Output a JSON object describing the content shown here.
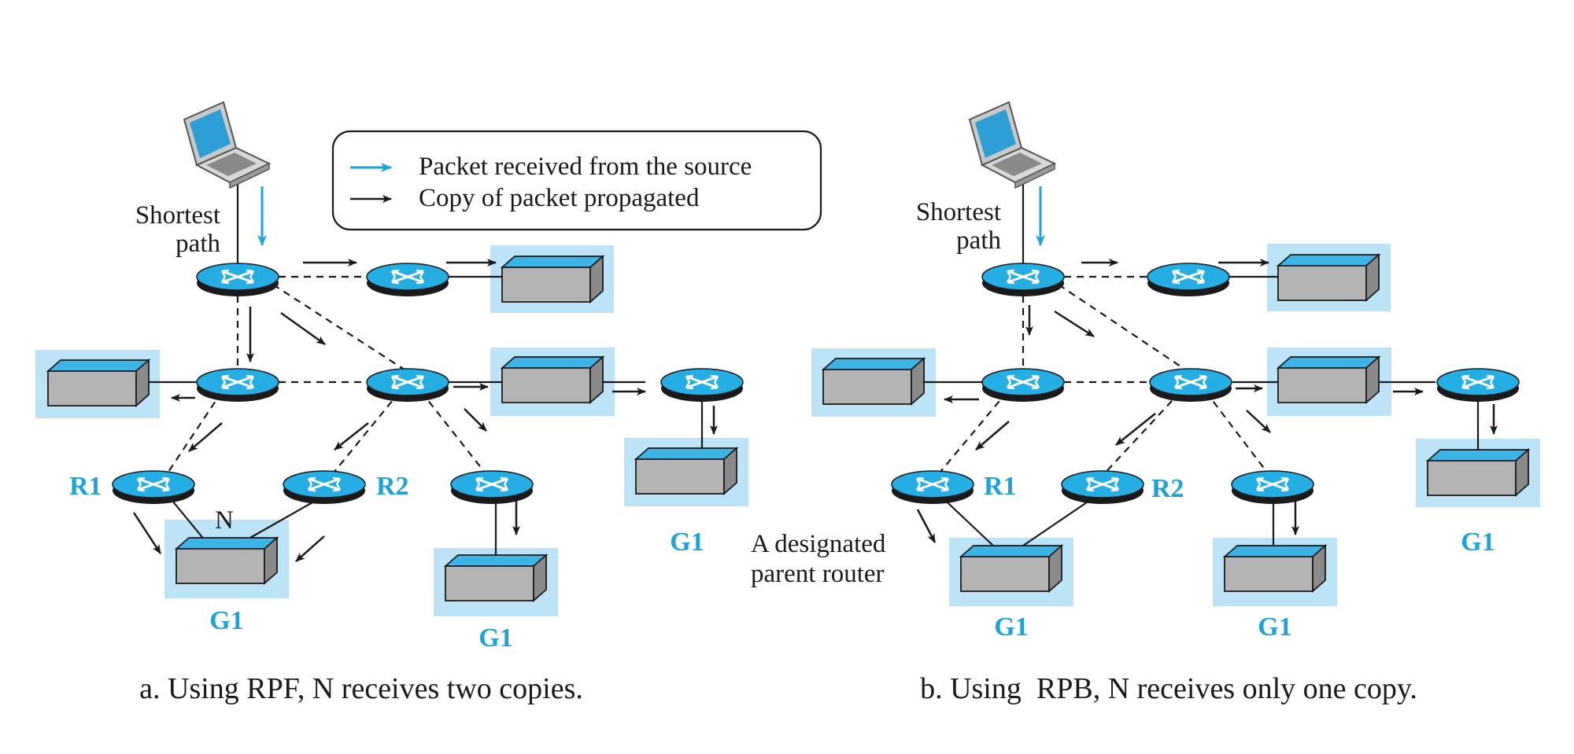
{
  "legend": {
    "blue_arrow_label": "Packet received from the source",
    "black_arrow_label": "Copy of packet propagated"
  },
  "panel_a": {
    "source_label_line1": "Shortest",
    "source_label_line2": "path",
    "router_r1": "R1",
    "router_r2": "R2",
    "network_n": "N",
    "group_label": "G1",
    "caption": "a. Using RPF, N receives two copies."
  },
  "panel_b": {
    "source_label_line1": "Shortest",
    "source_label_line2": "path",
    "router_r1": "R1",
    "router_r2": "R2",
    "parent_label_line1": "A designated",
    "parent_label_line2": "parent router",
    "group_label": "G1",
    "caption": "b. Using  RPB, N receives only one copy."
  },
  "colors": {
    "accent_blue": "#1ba3dc",
    "router_fill": "#24aee3",
    "group_highlight": "#bde3f6",
    "lan_top": "#3cb4e6",
    "lan_side": "#b4b4b4"
  },
  "icons": [
    "laptop-icon",
    "router-icon",
    "lan-box-icon"
  ]
}
